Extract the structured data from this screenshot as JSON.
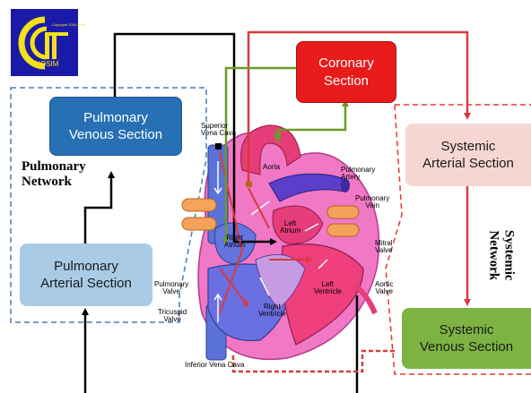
{
  "logo": {
    "text": "DIOSIM",
    "copyright": "Copyright 2000-2009",
    "colors": {
      "background": "#1b1aa8",
      "mark": "#f2e219"
    }
  },
  "boxes": {
    "pulmonary_venous": {
      "label": "Pulmonary\nVenous Section",
      "fill": "#2670b3",
      "text_color": "#ffffff"
    },
    "pulmonary_arterial": {
      "label": "Pulmonary\nArterial Section",
      "fill": "#a9cbe6",
      "text_color": "#1a1a1a"
    },
    "coronary": {
      "label": "Coronary\nSection",
      "fill": "#e81b1b",
      "text_color": "#ffffff"
    },
    "systemic_arterial": {
      "label": "Systemic\nArterial Section",
      "fill": "#f6d6d3",
      "text_color": "#1a1a1a"
    },
    "systemic_venous": {
      "label": "Systemic\nVenous Section",
      "fill": "#7cb342",
      "text_color": "#1a1a1a"
    }
  },
  "networks": {
    "pulmonary": "Pulmonary\nNetwork",
    "systemic": "Systemic\nNetwork"
  },
  "heart_labels": {
    "superior_vena_cava": "Superior\nVena Cava",
    "aorta": "Aorta",
    "pulmonary_artery": "Pulmonary\nArtery",
    "pulmonary_vein": "Pulmonary\nVein",
    "left_atrium": "Left\nAtrium",
    "right_atrium": "Right\nAtrium",
    "mitral_valve": "Mitral\nValve",
    "aortic_valve": "Aortic\nValve",
    "pulmonary_valve": "Pulmonary\nValve",
    "left_ventricle": "Left\nVentricle",
    "right_ventricle": "Right\nVentricle",
    "tricuspid_valve": "Tricuspid\nValve",
    "inferior_vena_cava": "Inferior Vena Cava"
  },
  "colors": {
    "pulmonary_line": "#000000",
    "systemic_line": "#d93a3a",
    "coronary_line": "#6a9a2a",
    "pulmonary_region": "#4a7fb0",
    "systemic_region": "#e53935"
  }
}
